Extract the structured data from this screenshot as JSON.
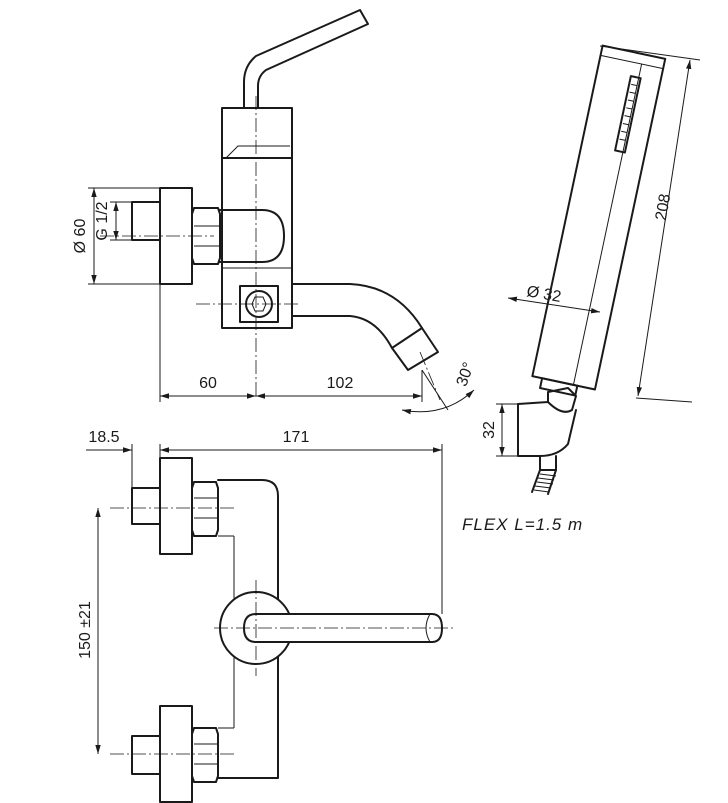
{
  "dimensions": {
    "connection_diameter": "Ø 60",
    "thread": "G 1/2",
    "wall_to_axis": "60",
    "spout_projection": "102",
    "spout_angle": "30°",
    "hand_shower_length": "208",
    "hand_shower_diameter": "Ø 32",
    "holder_height": "32",
    "wall_offset": "18.5",
    "total_depth": "171",
    "inlet_spacing": "150 ±21"
  },
  "notes": {
    "hose": "FLEX  L=1.5  m"
  }
}
